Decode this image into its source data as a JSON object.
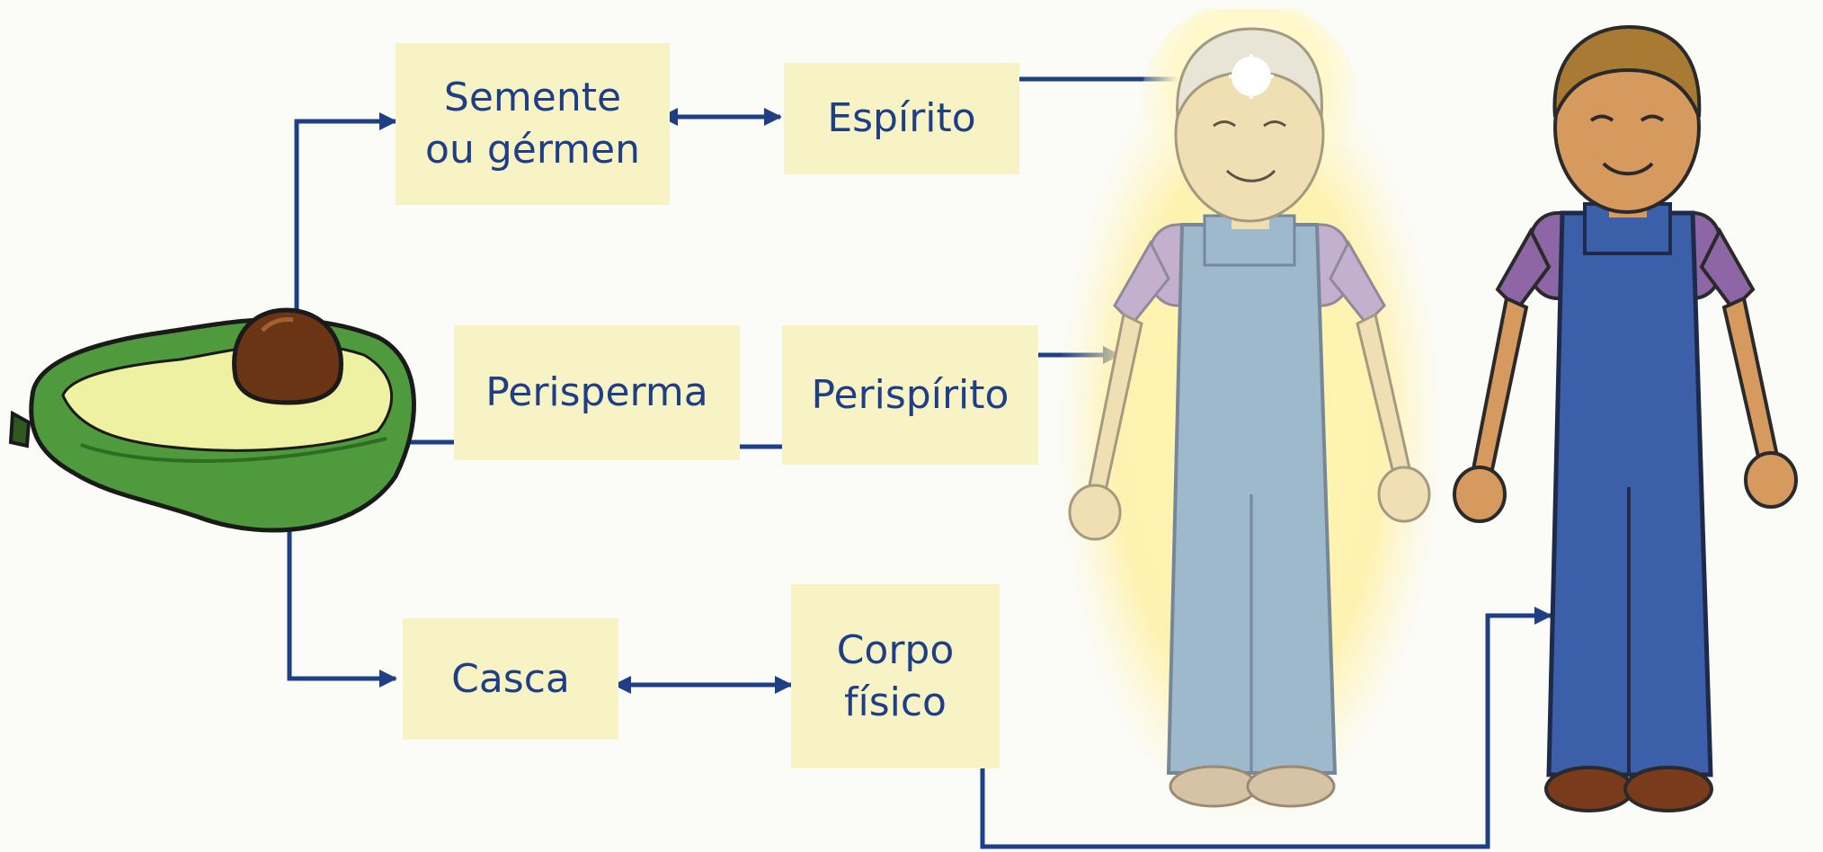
{
  "colors": {
    "label_text": "#1e3f86",
    "label_background": "#f7f3c4",
    "connector": "#1e3f86"
  },
  "plant": {
    "seed_label": "Semente\nou gérmen",
    "perisperm_label": "Perisperma",
    "husk_label": "Casca",
    "image": "avocado-halved-icon"
  },
  "human": {
    "spirit_label": "Espírito",
    "perispirit_label": "Perispírito",
    "body_label": "Corpo\nfísico",
    "glowing_figure": "glowing-boy-icon",
    "physical_figure": "boy-in-overalls-icon"
  }
}
